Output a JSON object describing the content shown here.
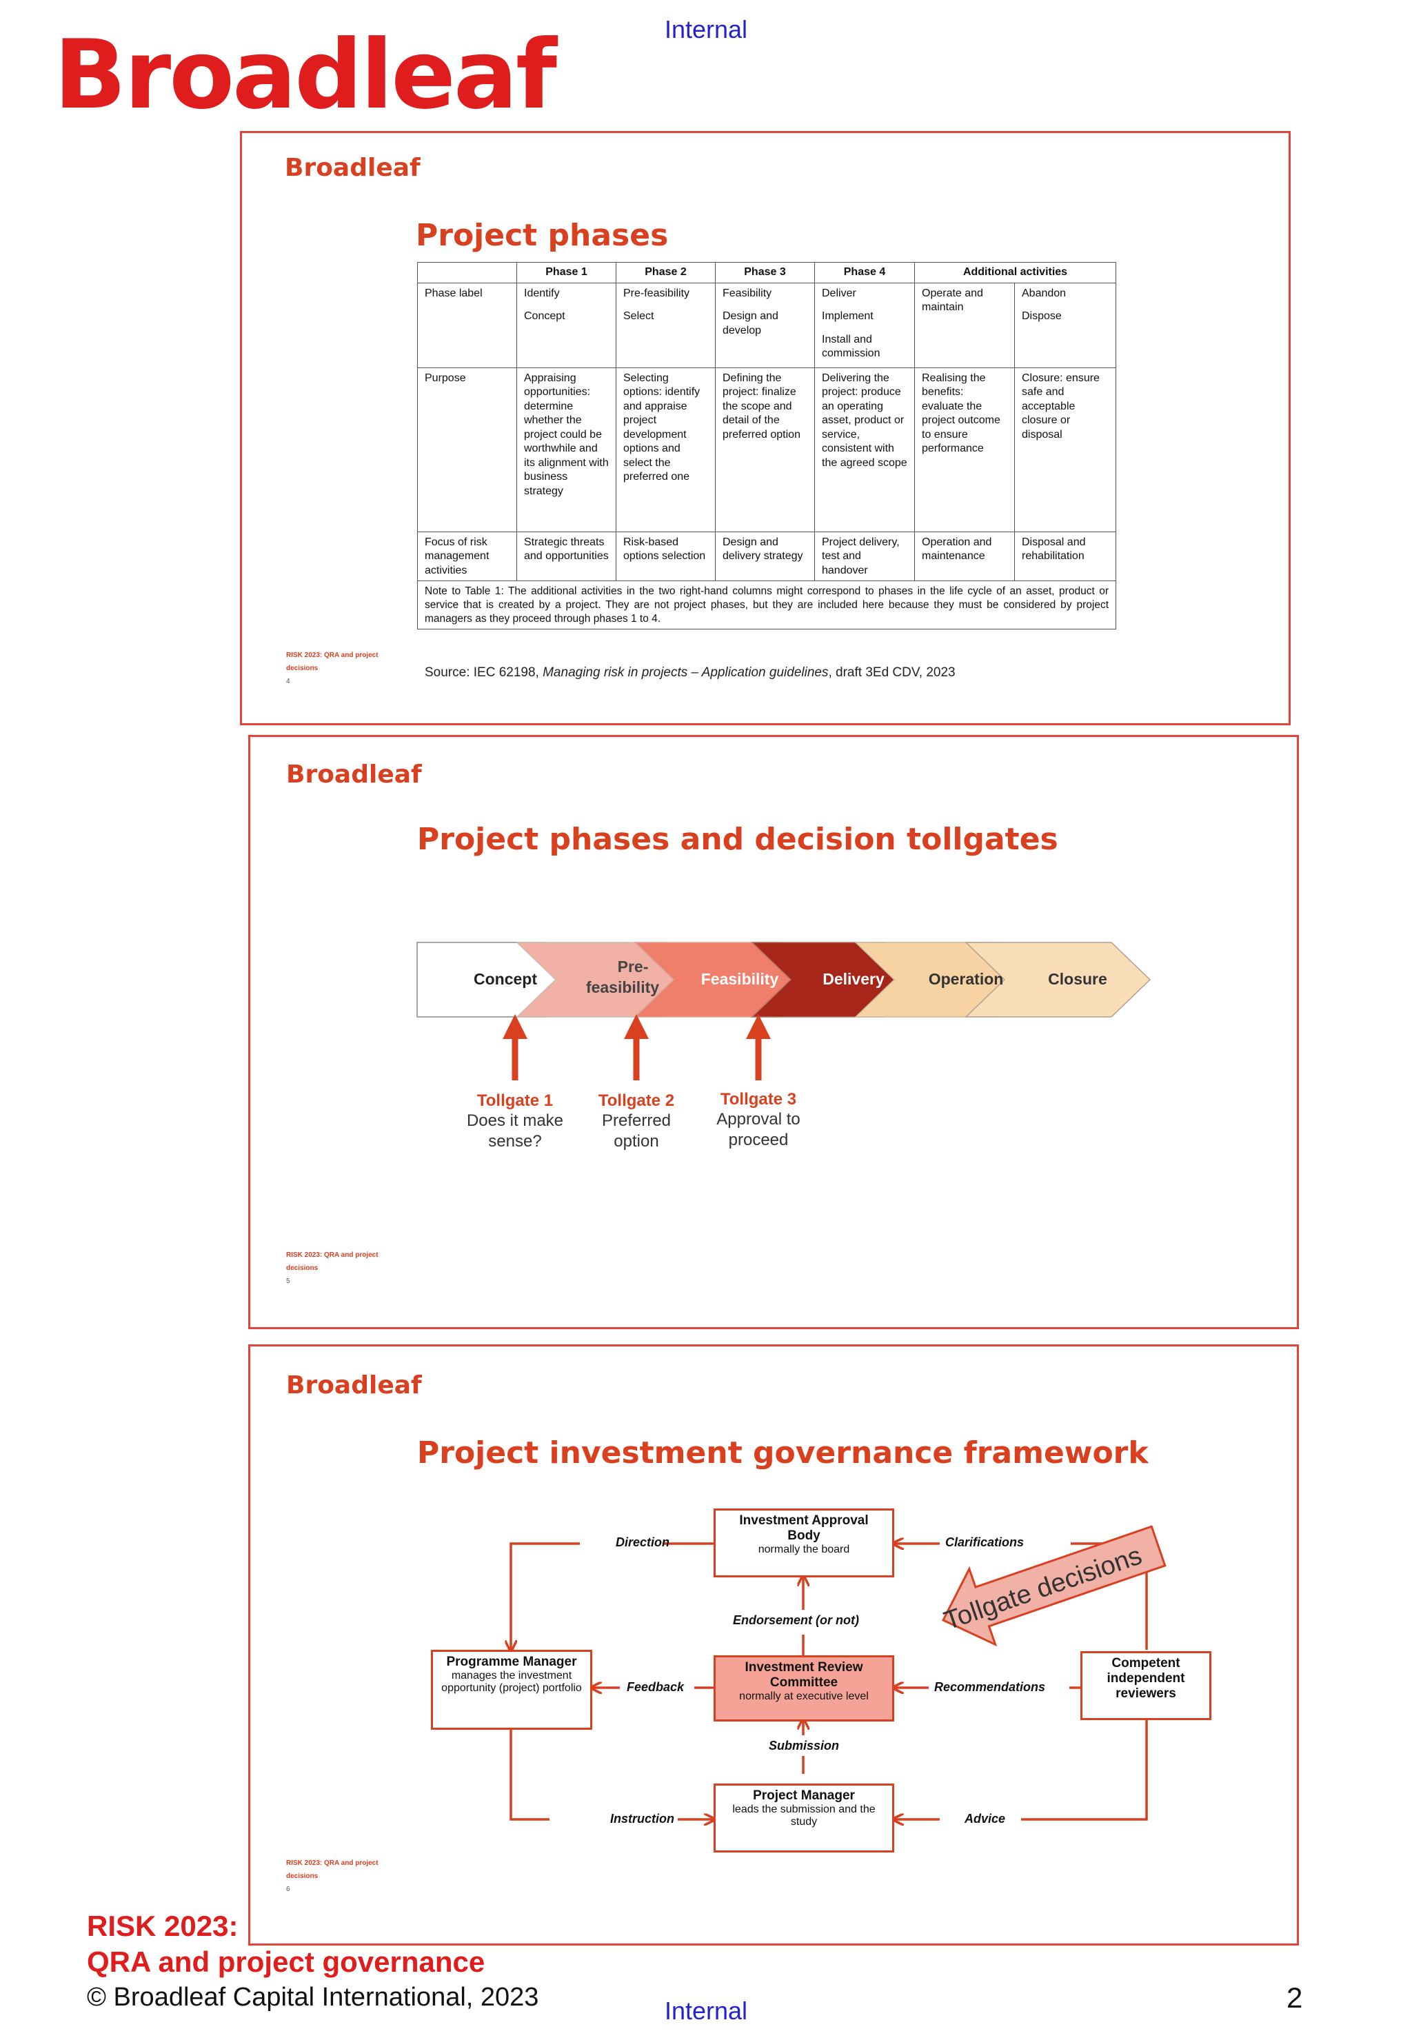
{
  "page": {
    "internal_top": "Internal",
    "internal_bottom": "Internal",
    "logo": "Broadleaf",
    "footer_title_1": "RISK 2023:",
    "footer_title_2": "QRA and project governance",
    "copyright": "© Broadleaf Capital International, 2023",
    "page_number": "2"
  },
  "slides": [
    {
      "brand": "Broadleaf",
      "title": "Project phases",
      "footnote_1": "RISK 2023: QRA and project",
      "footnote_2": "decisions",
      "footnote_page": "4",
      "table": {
        "headers": [
          "",
          "Phase 1",
          "Phase 2",
          "Phase 3",
          "Phase 4",
          "Additional activities"
        ],
        "rows": [
          {
            "label": "Phase label",
            "cells": [
              [
                "Identify",
                "Concept"
              ],
              [
                "Pre-feasibility",
                "Select"
              ],
              [
                "Feasibility",
                "Design and develop"
              ],
              [
                "Deliver",
                "Implement",
                "Install and commission"
              ],
              [
                "Operate and maintain"
              ],
              [
                "Abandon",
                "Dispose"
              ]
            ]
          },
          {
            "label": "Purpose",
            "cells": [
              [
                "Appraising opportunities: determine whether the project could be worthwhile and its alignment with business strategy"
              ],
              [
                "Selecting options: identify and appraise project development options and select the preferred one"
              ],
              [
                "Defining the project: finalize the scope and detail of the preferred option"
              ],
              [
                "Delivering the project: produce an operating asset, product or service, consistent with the agreed scope"
              ],
              [
                "Realising the benefits: evaluate the project outcome to ensure performance"
              ],
              [
                "Closure: ensure safe and acceptable closure or disposal"
              ]
            ]
          },
          {
            "label": "Focus of risk management activities",
            "cells": [
              [
                "Strategic threats and opportunities"
              ],
              [
                "Risk-based options selection"
              ],
              [
                "Design and delivery strategy"
              ],
              [
                "Project delivery, test and handover"
              ],
              [
                "Operation and maintenance"
              ],
              [
                "Disposal and rehabilitation"
              ]
            ]
          }
        ],
        "note": "Note to Table 1: The additional activities in the two right-hand columns might correspond to phases in the life cycle of an asset, product or service that is created by a project. They are not project phases, but they are included here because they must be considered by project managers as they proceed through phases 1 to 4."
      },
      "source_prefix": "Source: IEC 62198, ",
      "source_title": "Managing risk in projects – Application guidelines",
      "source_suffix": ", draft 3Ed CDV, 2023"
    },
    {
      "brand": "Broadleaf",
      "title": "Project phases and decision tollgates",
      "footnote_1": "RISK 2023: QRA and project",
      "footnote_2": "decisions",
      "footnote_page": "5",
      "phases": [
        {
          "line1": "Concept",
          "line2": "",
          "fill": "#ffffff",
          "text": "#222222"
        },
        {
          "line1": "Pre-",
          "line2": "feasibility",
          "fill": "#f2b1a6",
          "text": "#333333"
        },
        {
          "line1": "Feasibility",
          "line2": "",
          "fill": "#ef7f6b",
          "text": "#ffffff"
        },
        {
          "line1": "Delivery",
          "line2": "",
          "fill": "#a6271a",
          "text": "#ffffff"
        },
        {
          "line1": "Operation",
          "line2": "",
          "fill": "#f7d3a4",
          "text": "#333333"
        },
        {
          "line1": "Closure",
          "line2": "",
          "fill": "#f9ddb8",
          "text": "#333333"
        }
      ],
      "tollgates": [
        {
          "title": "Tollgate 1",
          "line1": "Does it make",
          "line2": "sense?"
        },
        {
          "title": "Tollgate 2",
          "line1": "Preferred",
          "line2": "option"
        },
        {
          "title": "Tollgate 3",
          "line1": "Approval to",
          "line2": "proceed"
        }
      ]
    },
    {
      "brand": "Broadleaf",
      "title": "Project investment governance framework",
      "footnote_1": "RISK 2023: QRA and project",
      "footnote_2": "decisions",
      "footnote_page": "6",
      "boxes": {
        "iab_title_1": "Investment Approval",
        "iab_title_2": "Body",
        "iab_sub": "normally the board",
        "irc_title_1": "Investment Review",
        "irc_title_2": "Committee",
        "irc_sub": "normally at executive level",
        "pgm_title": "Programme Manager",
        "pgm_sub": "manages the investment opportunity (project) portfolio",
        "pm_title": "Project Manager",
        "pm_sub": "leads the submission and the study",
        "cir_1": "Competent",
        "cir_2": "independent",
        "cir_3": "reviewers"
      },
      "labels": {
        "direction": "Direction",
        "clarifications": "Clarifications",
        "endorsement": "Endorsement (or not)",
        "feedback": "Feedback",
        "recommendations": "Recommendations",
        "submission": "Submission",
        "instruction": "Instruction",
        "advice": "Advice",
        "tollgate_decisions": "Tollgate decisions"
      }
    }
  ]
}
